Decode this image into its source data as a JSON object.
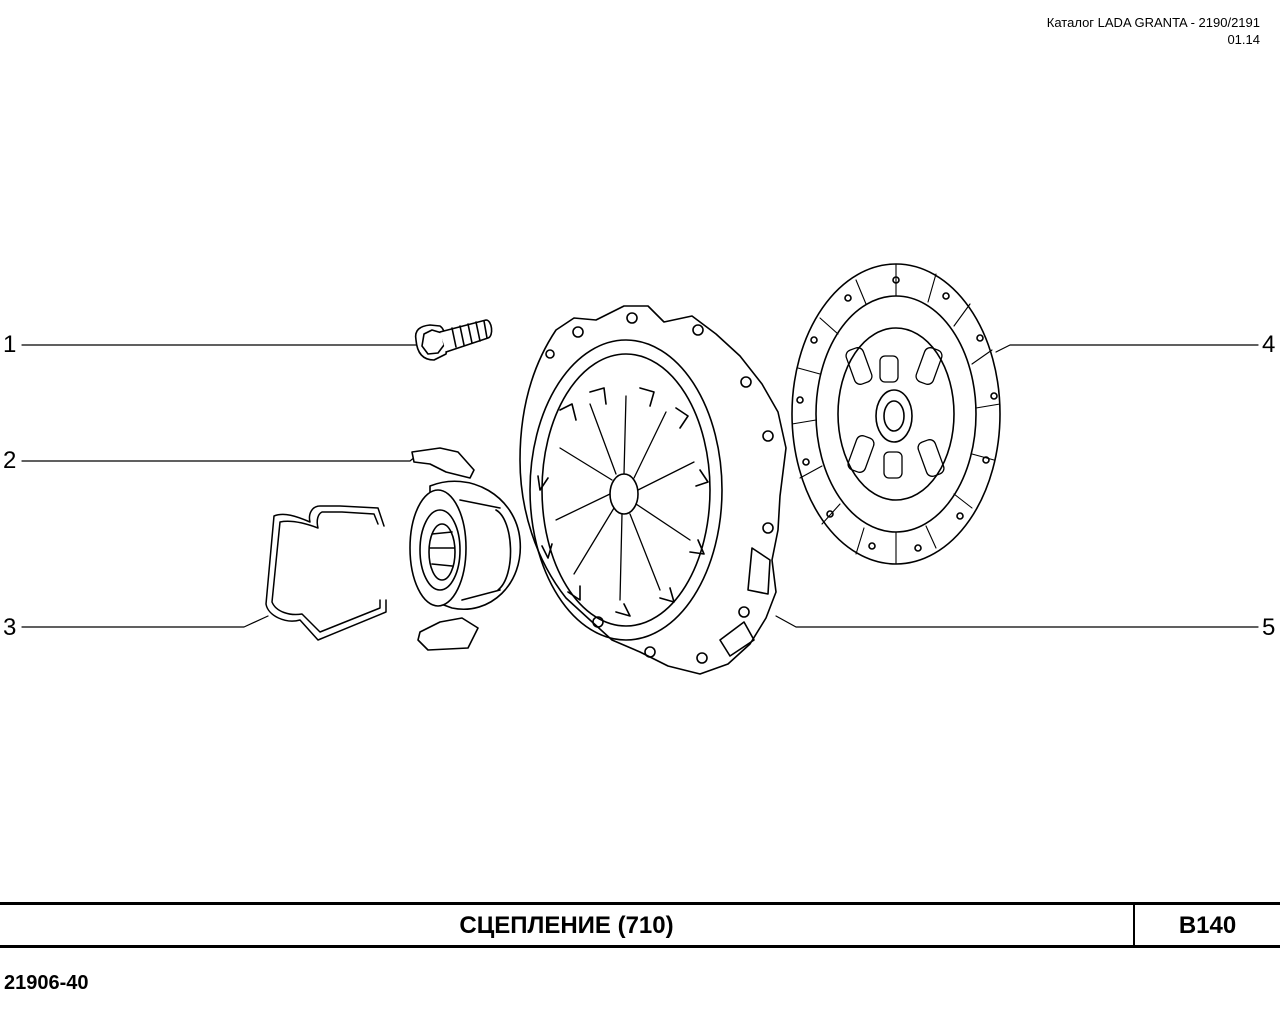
{
  "header": {
    "catalog": "Каталог  LADA GRANTA - 2190/2191",
    "date": "01.14"
  },
  "callouts": [
    {
      "number": "1"
    },
    {
      "number": "2"
    },
    {
      "number": "3"
    },
    {
      "number": "4"
    },
    {
      "number": "5"
    }
  ],
  "title_bar": {
    "title": "СЦЕПЛЕНИЕ  (710)",
    "sheet_code": "B140"
  },
  "drawing_number": "21906-40"
}
